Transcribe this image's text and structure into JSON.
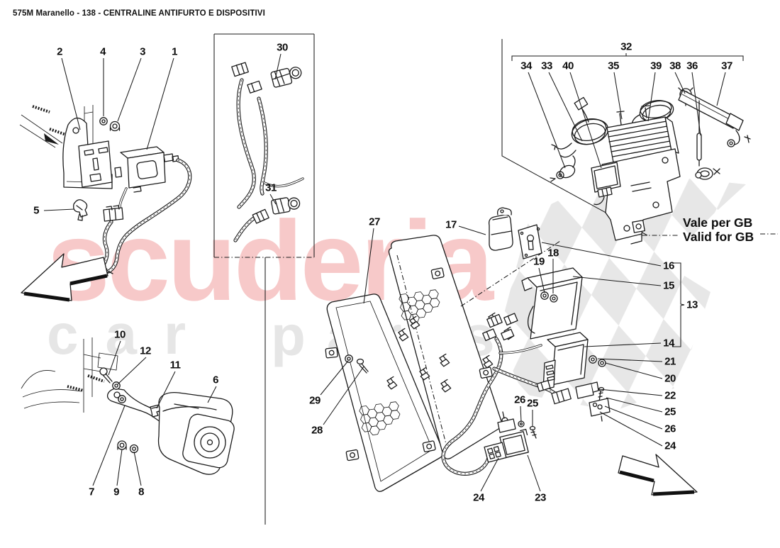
{
  "header": {
    "title": "575M Maranello - 138 - CENTRALINE ANTIFURTO E DISPOSITIVI"
  },
  "note_gb": {
    "line1": "Vale per GB",
    "line2": "Valid for GB"
  },
  "watermark": {
    "word1": "scuderia",
    "word2": "car",
    "word3": "parts",
    "pink": "#f7c9c9",
    "gray": "#e6e6e6",
    "checker_gray": "#e7e7e7"
  },
  "callouts": {
    "c1": "1",
    "c2": "2",
    "c3": "3",
    "c4": "4",
    "c5": "5",
    "c6": "6",
    "c7": "7",
    "c8": "8",
    "c9": "9",
    "c10": "10",
    "c11": "11",
    "c12": "12",
    "c13": "13",
    "c14": "14",
    "c15": "15",
    "c16": "16",
    "c17": "17",
    "c18": "18",
    "c19": "19",
    "c20": "20",
    "c21": "21",
    "c22": "22",
    "c23": "23",
    "c24": "24",
    "c25": "25",
    "c26": "26",
    "c27": "27",
    "c28": "28",
    "c29": "29",
    "c30": "30",
    "c31": "31",
    "c32": "32",
    "c33": "33",
    "c34": "34",
    "c35": "35",
    "c36": "36",
    "c37": "37",
    "c38": "38",
    "c39": "39",
    "c40": "40"
  }
}
